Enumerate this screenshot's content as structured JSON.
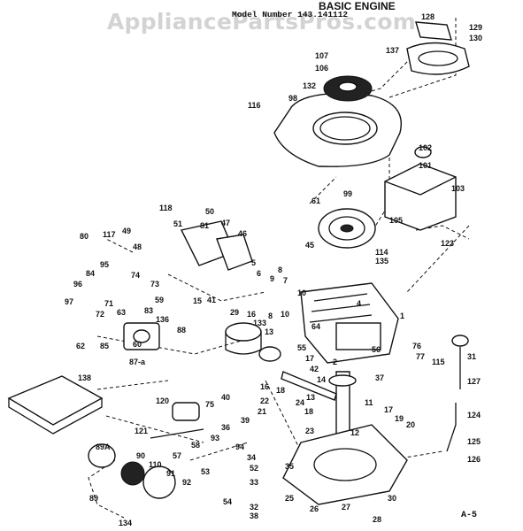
{
  "watermark": "AppliancePartsPros.com",
  "header": {
    "title": "BASIC ENGINE",
    "model": "Model Number  143.141112"
  },
  "sheet_label": "A-5",
  "part_labels": [
    "1",
    "2",
    "5",
    "6",
    "7",
    "8",
    "9",
    "10",
    "11",
    "12",
    "13",
    "14",
    "15",
    "16",
    "17",
    "18",
    "19",
    "20",
    "21",
    "22",
    "23",
    "24",
    "25",
    "26",
    "27",
    "28",
    "29",
    "30",
    "31",
    "32",
    "33",
    "34",
    "35",
    "36",
    "37",
    "38",
    "39",
    "40",
    "41",
    "42",
    "45",
    "46",
    "47",
    "48",
    "49",
    "50",
    "51",
    "52",
    "53",
    "54",
    "55",
    "56",
    "57",
    "58",
    "59",
    "60",
    "61",
    "62",
    "63",
    "64",
    "72",
    "73",
    "74",
    "75",
    "76",
    "77",
    "80",
    "83",
    "84",
    "85",
    "87-a",
    "88",
    "89",
    "89A",
    "90",
    "91",
    "92",
    "93",
    "94",
    "95",
    "96",
    "97",
    "98",
    "99",
    "101",
    "102",
    "103",
    "105",
    "106",
    "107",
    "110",
    "114",
    "115",
    "116",
    "117",
    "118",
    "120",
    "121",
    "123",
    "124",
    "125",
    "126",
    "127",
    "128",
    "129",
    "130",
    "132",
    "133",
    "134",
    "135",
    "136",
    "137",
    "138"
  ]
}
